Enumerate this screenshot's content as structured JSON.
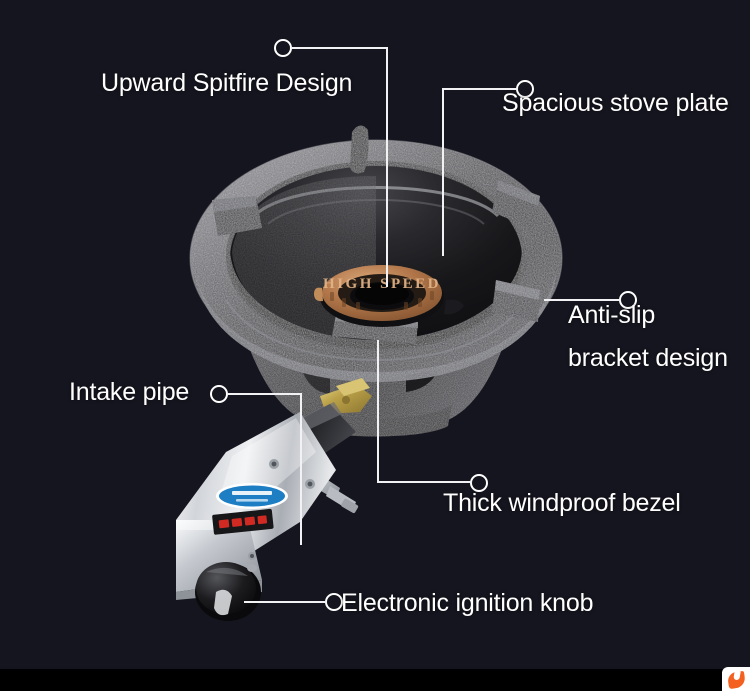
{
  "background": {
    "color": "#15151f",
    "bottom_bar_color": "#000000"
  },
  "product": {
    "name": "cast-iron high-pressure gas stove burner",
    "body_color": "#2b2b2e",
    "rim_color": "#6a6a70",
    "brass_ring_color": "#b4norm",
    "brass_ring_text": "HIGH SPEED",
    "valve_body_color": "#d7d9dc",
    "knob_color": "#141416",
    "sticker_color": "#1d7ec4",
    "label_strip_color": "#17171a",
    "label_strip_text_color": "#d02a22"
  },
  "callouts": [
    {
      "id": "upward-spitfire-design",
      "label": "Upward Spitfire Design",
      "lines": [
        "Upward Spitfire Design"
      ]
    },
    {
      "id": "spacious-stove-plate",
      "label": "Spacious stove plate",
      "lines": [
        "Spacious stove plate"
      ]
    },
    {
      "id": "anti-slip-bracket-design",
      "label": "Anti-slip bracket design",
      "lines": [
        "Anti-slip",
        "bracket design"
      ]
    },
    {
      "id": "thick-windproof-bezel",
      "label": "Thick windproof bezel",
      "lines": [
        "Thick windproof bezel"
      ]
    },
    {
      "id": "intake-pipe",
      "label": "Intake pipe",
      "lines": [
        "Intake pipe"
      ]
    },
    {
      "id": "electronic-ignition-knob",
      "label": "Electronic ignition knob",
      "lines": [
        "Electronic ignition knob"
      ]
    }
  ],
  "watermark": {
    "name": "orange-badge-watermark",
    "accent": "#f4601f"
  }
}
